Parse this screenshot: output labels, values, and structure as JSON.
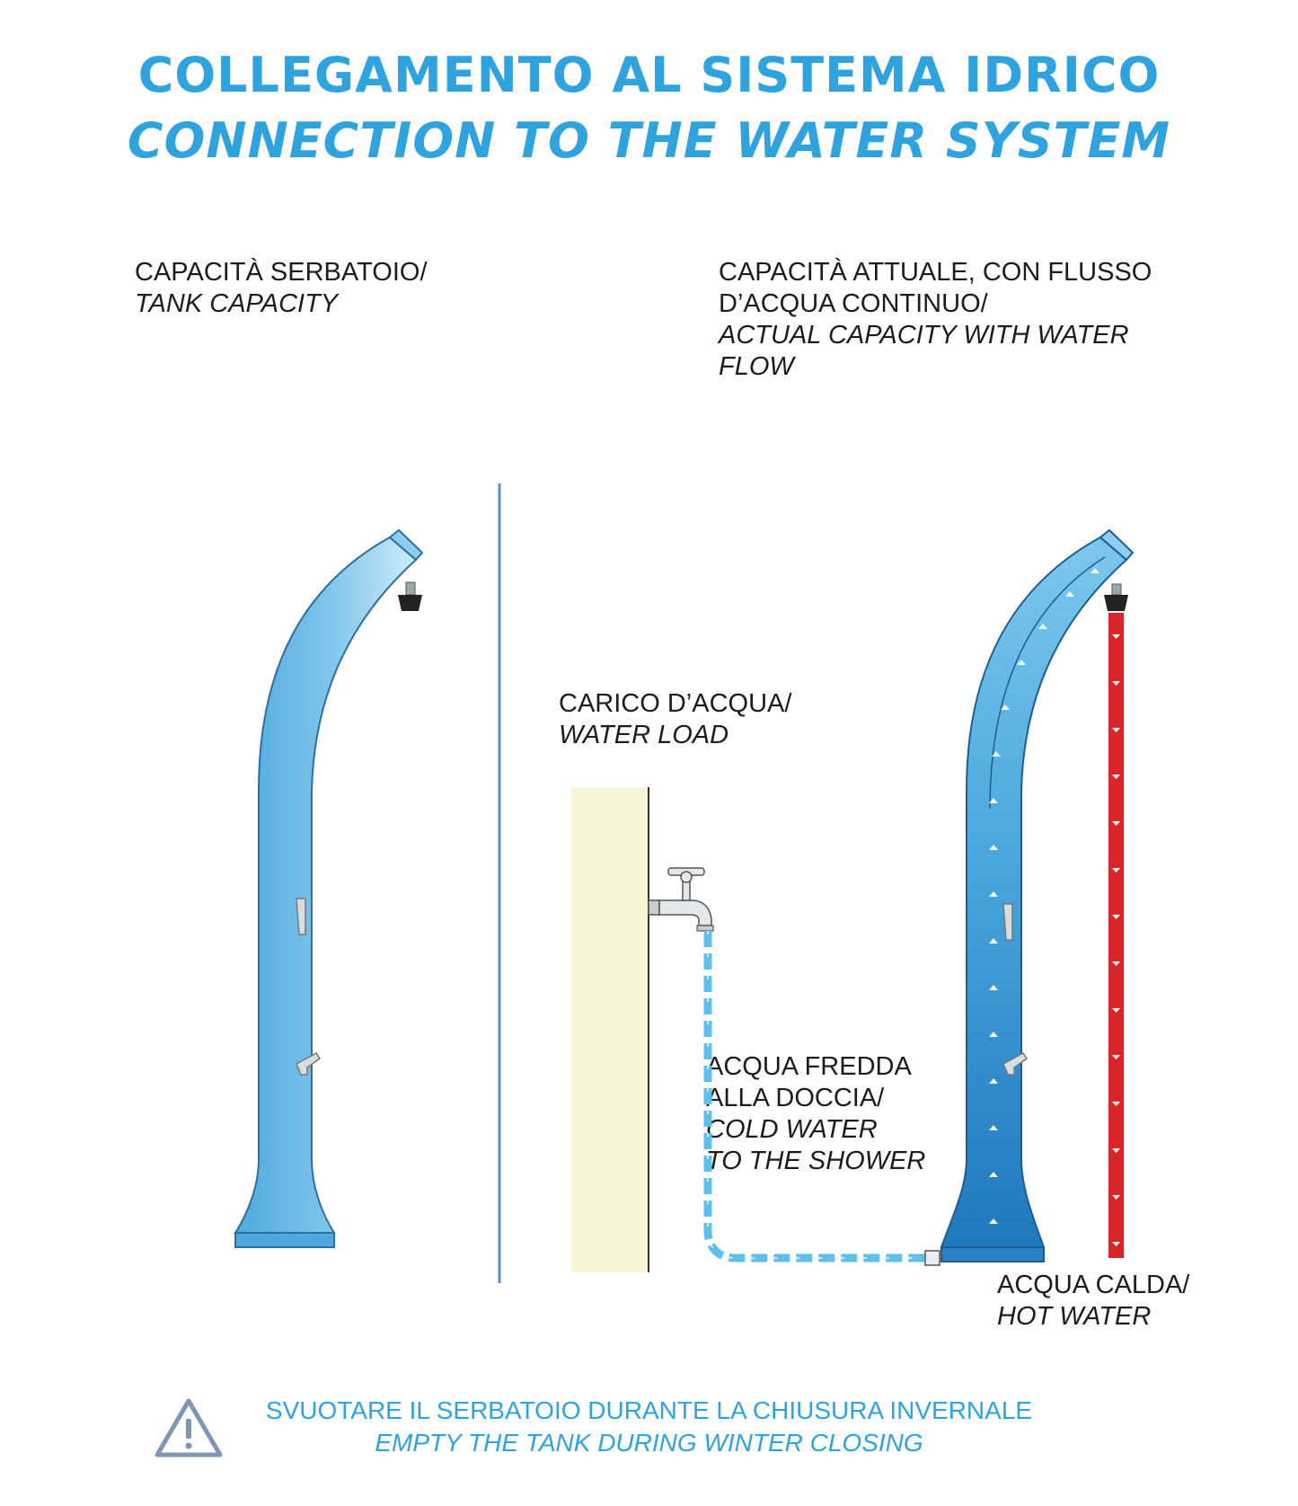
{
  "title": {
    "it": "COLLEGAMENTO AL SISTEMA IDRICO",
    "en": "CONNECTION TO THE WATER SYSTEM"
  },
  "labels": {
    "tank_capacity": {
      "it": "CAPACITÀ SERBATOIO/",
      "en": "TANK CAPACITY"
    },
    "actual_capacity": {
      "it_line1": "CAPACITÀ ATTUALE, CON FLUSSO",
      "it_line2": "D’ACQUA CONTINUO/",
      "en_line1": "ACTUAL CAPACITY WITH WATER",
      "en_line2": "FLOW"
    },
    "water_load": {
      "it": "CARICO D’ACQUA/",
      "en": "WATER LOAD"
    },
    "cold_water": {
      "it_line1": "ACQUA FREDDA",
      "it_line2": "ALLA DOCCIA/",
      "en_line1": "COLD WATER",
      "en_line2": "TO THE SHOWER"
    },
    "hot_water": {
      "it": "ACQUA CALDA/",
      "en": "HOT WATER"
    }
  },
  "warning": {
    "icon": "warning-triangle-icon",
    "it": "SVUOTARE IL SERBATOIO DURANTE LA CHIUSURA INVERNALE",
    "en": "EMPTY THE TANK DURING WINTER CLOSING"
  },
  "colors": {
    "title_blue": "#2ea3dd",
    "shower_blue_light": "#cdebf7",
    "shower_blue": "#5db6e3",
    "shower_blue_dark": "#2f8ec8",
    "hot_water_red": "#d9262c",
    "cold_pipe_blue": "#5ec0ea",
    "wall_cream": "#f7f5d5",
    "divider": "#5b8fc2",
    "warning_icon": "#7e96b3"
  }
}
